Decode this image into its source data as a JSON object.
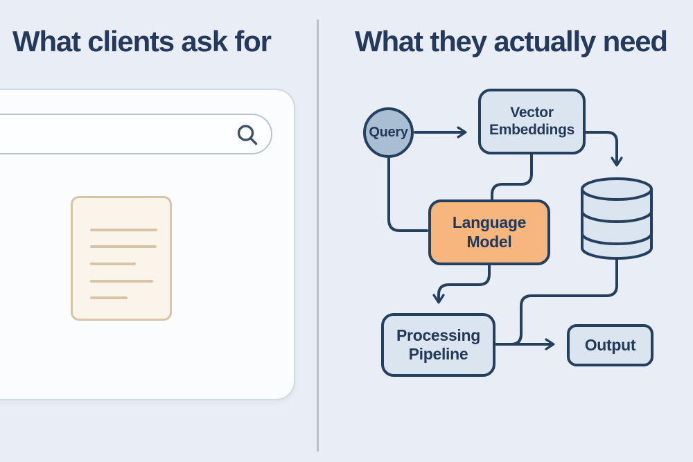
{
  "page": {
    "background_color": "#e9eef6",
    "divider_color": "#b4c0cc",
    "accent_navy": "#25405f",
    "text_navy": "#24395b"
  },
  "left_panel": {
    "title": "What clients ask for",
    "search_bar": {
      "value": "",
      "placeholder": "",
      "icon": "search-icon",
      "icon_color": "#3e4f66"
    },
    "document": {
      "icon": "document-icon",
      "fill": "#fbf4ea",
      "line_color": "#d9c3a7",
      "text_line_count": 5
    }
  },
  "right_panel": {
    "title": "What they actually need",
    "nodes": {
      "query": {
        "label": "Query",
        "shape": "circle",
        "fill": "#a9bed2"
      },
      "vector_embeddings": {
        "label": "Vector Embeddings",
        "shape": "rounded-rect",
        "fill": "#dbe5ef"
      },
      "language_model": {
        "label": "Language Model",
        "shape": "rounded-rect",
        "fill": "#f6b67e"
      },
      "database": {
        "label": "",
        "shape": "cylinder",
        "fill": "#dbe5ef",
        "icon": "database-icon"
      },
      "processing_pipeline": {
        "label": "Processing Pipeline",
        "shape": "rounded-rect",
        "fill": "#dbe5ef"
      },
      "output": {
        "label": "Output",
        "shape": "rounded-rect",
        "fill": "#dbe5ef"
      }
    },
    "edges": [
      {
        "from": "query",
        "to": "vector_embeddings",
        "arrow": true
      },
      {
        "from": "vector_embeddings",
        "to": "database",
        "arrow": true
      },
      {
        "from": "vector_embeddings",
        "to": "language_model",
        "arrow": false
      },
      {
        "from": "query",
        "to": "language_model",
        "arrow": false
      },
      {
        "from": "language_model",
        "to": "processing_pipeline",
        "arrow": true
      },
      {
        "from": "processing_pipeline",
        "to": "output",
        "arrow": true
      },
      {
        "from": "database",
        "to": "output",
        "arrow": false
      }
    ],
    "stroke_color": "#25405f"
  }
}
